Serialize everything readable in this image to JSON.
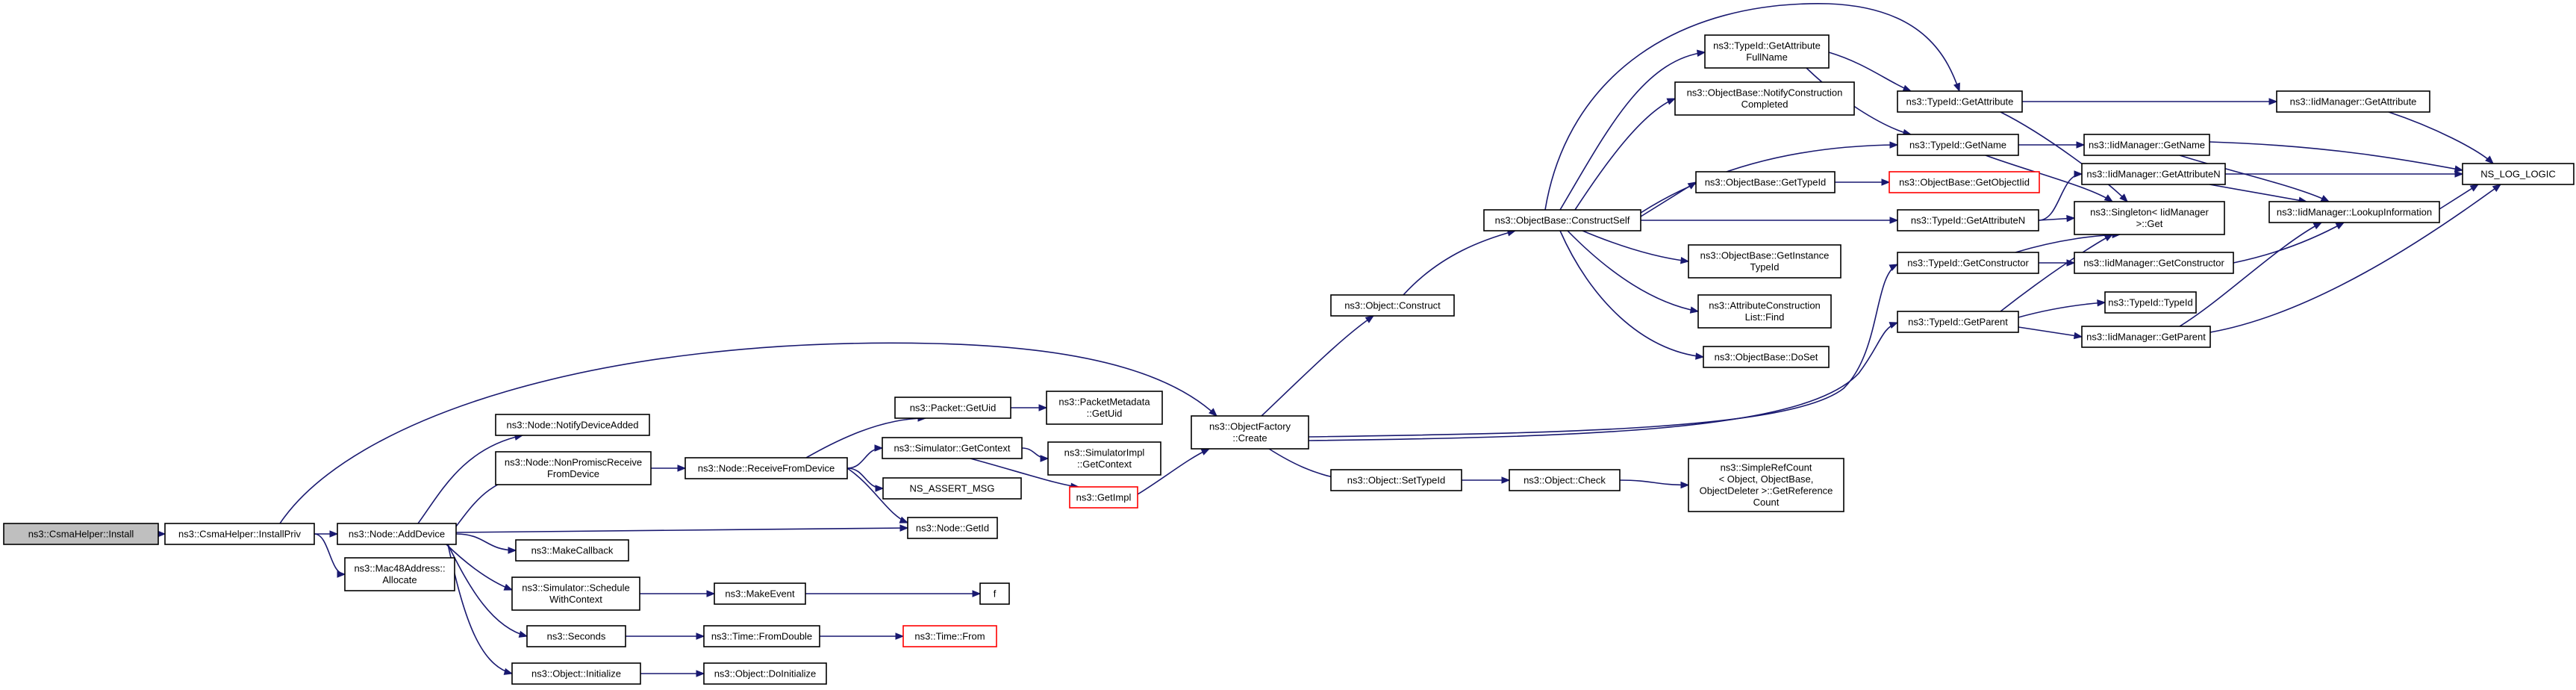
{
  "graph": {
    "colors": {
      "edge": "#191970",
      "root_fill": "#bfbfbf",
      "node_border": "#000000",
      "truncated_border": "#ff0000",
      "background": "#ffffff"
    },
    "nodes": [
      {
        "id": "n1",
        "lines": [
          "ns3::CsmaHelper::Install"
        ],
        "style": "root"
      },
      {
        "id": "n2",
        "lines": [
          "ns3::CsmaHelper::InstallPriv"
        ]
      },
      {
        "id": "n3",
        "lines": [
          "ns3::ObjectFactory",
          "::Create"
        ]
      },
      {
        "id": "n4",
        "lines": [
          "ns3::Node::AddDevice"
        ]
      },
      {
        "id": "n5",
        "lines": [
          "ns3::Mac48Address::",
          "Allocate"
        ]
      },
      {
        "id": "n6",
        "lines": [
          "ns3::Object::Construct"
        ]
      },
      {
        "id": "n7",
        "lines": [
          "ns3::Object::SetTypeId"
        ]
      },
      {
        "id": "n8",
        "lines": [
          "ns3::TypeId::GetConstructor"
        ]
      },
      {
        "id": "n9",
        "lines": [
          "ns3::TypeId::GetParent"
        ]
      },
      {
        "id": "n10",
        "lines": [
          "ns3::Node::NotifyDeviceAdded"
        ]
      },
      {
        "id": "n11",
        "lines": [
          "ns3::Node::NonPromiscReceive",
          "FromDevice"
        ]
      },
      {
        "id": "n12",
        "lines": [
          "ns3::Node::GetId"
        ]
      },
      {
        "id": "n13",
        "lines": [
          "ns3::MakeCallback"
        ]
      },
      {
        "id": "n14",
        "lines": [
          "ns3::Simulator::Schedule",
          "WithContext"
        ]
      },
      {
        "id": "n15",
        "lines": [
          "ns3::Seconds"
        ]
      },
      {
        "id": "n16",
        "lines": [
          "ns3::Object::Initialize"
        ]
      },
      {
        "id": "n17",
        "lines": [
          "ns3::ObjectBase::ConstructSelf"
        ]
      },
      {
        "id": "n18",
        "lines": [
          "ns3::Object::Check"
        ]
      },
      {
        "id": "n19",
        "lines": [
          "ns3::SimpleRefCount",
          "< Object, ObjectBase,",
          "ObjectDeleter >::GetReference",
          "Count"
        ]
      },
      {
        "id": "n20",
        "lines": [
          "ns3::Node::ReceiveFromDevice"
        ]
      },
      {
        "id": "n21",
        "lines": [
          "ns3::MakeEvent"
        ]
      },
      {
        "id": "n22",
        "lines": [
          "f"
        ]
      },
      {
        "id": "n23",
        "lines": [
          "ns3::Time::FromDouble"
        ]
      },
      {
        "id": "n24",
        "lines": [
          "ns3::Time::From"
        ],
        "style": "red"
      },
      {
        "id": "n25",
        "lines": [
          "ns3::Object::DoInitialize"
        ]
      },
      {
        "id": "n26",
        "lines": [
          "ns3::TypeId::GetAttribute",
          "FullName"
        ]
      },
      {
        "id": "n27",
        "lines": [
          "ns3::TypeId::GetAttribute"
        ]
      },
      {
        "id": "n28",
        "lines": [
          "ns3::IidManager::GetAttribute"
        ]
      },
      {
        "id": "n29",
        "lines": [
          "NS_LOG_LOGIC"
        ]
      },
      {
        "id": "n30",
        "lines": [
          "ns3::Singleton< IidManager",
          ">::Get"
        ]
      },
      {
        "id": "n31",
        "lines": [
          "ns3::TypeId::GetName"
        ]
      },
      {
        "id": "n32",
        "lines": [
          "ns3::IidManager::GetName"
        ]
      },
      {
        "id": "n33",
        "lines": [
          "ns3::IidManager::LookupInformation"
        ]
      },
      {
        "id": "n34",
        "lines": [
          "ns3::ObjectBase::NotifyConstruction",
          "Completed"
        ]
      },
      {
        "id": "n35",
        "lines": [
          "ns3::ObjectBase::GetTypeId"
        ]
      },
      {
        "id": "n36",
        "lines": [
          "ns3::ObjectBase::GetObjectIid"
        ],
        "style": "red"
      },
      {
        "id": "n37",
        "lines": [
          "ns3::TypeId::GetAttributeN"
        ]
      },
      {
        "id": "n38",
        "lines": [
          "ns3::IidManager::GetAttributeN"
        ]
      },
      {
        "id": "n39",
        "lines": [
          "ns3::ObjectBase::GetInstance",
          "TypeId"
        ]
      },
      {
        "id": "n40",
        "lines": [
          "ns3::AttributeConstruction",
          "List::Find"
        ]
      },
      {
        "id": "n41",
        "lines": [
          "ns3::ObjectBase::DoSet"
        ]
      },
      {
        "id": "n42",
        "lines": [
          "ns3::IidManager::GetConstructor"
        ]
      },
      {
        "id": "n43",
        "lines": [
          "ns3::TypeId::TypeId"
        ]
      },
      {
        "id": "n44",
        "lines": [
          "ns3::IidManager::GetParent"
        ]
      },
      {
        "id": "n45",
        "lines": [
          "ns3::Packet::GetUid"
        ]
      },
      {
        "id": "n46",
        "lines": [
          "ns3::Simulator::GetContext"
        ]
      },
      {
        "id": "n47",
        "lines": [
          "NS_ASSERT_MSG"
        ]
      },
      {
        "id": "n48",
        "lines": [
          "ns3::PacketMetadata",
          "::GetUid"
        ]
      },
      {
        "id": "n49",
        "lines": [
          "ns3::SimulatorImpl",
          "::GetContext"
        ]
      },
      {
        "id": "n50",
        "lines": [
          "ns3::GetImpl"
        ],
        "style": "red"
      }
    ],
    "edges": [
      [
        "n1",
        "n2"
      ],
      [
        "n2",
        "n3"
      ],
      [
        "n2",
        "n4"
      ],
      [
        "n2",
        "n5"
      ],
      [
        "n3",
        "n6"
      ],
      [
        "n3",
        "n7"
      ],
      [
        "n3",
        "n8"
      ],
      [
        "n3",
        "n9"
      ],
      [
        "n4",
        "n10"
      ],
      [
        "n4",
        "n11"
      ],
      [
        "n4",
        "n12"
      ],
      [
        "n4",
        "n13"
      ],
      [
        "n4",
        "n14"
      ],
      [
        "n4",
        "n15"
      ],
      [
        "n4",
        "n16"
      ],
      [
        "n6",
        "n17"
      ],
      [
        "n7",
        "n18"
      ],
      [
        "n18",
        "n19"
      ],
      [
        "n11",
        "n20"
      ],
      [
        "n20",
        "n45"
      ],
      [
        "n20",
        "n46"
      ],
      [
        "n20",
        "n47"
      ],
      [
        "n20",
        "n12"
      ],
      [
        "n45",
        "n48"
      ],
      [
        "n46",
        "n49"
      ],
      [
        "n46",
        "n50"
      ],
      [
        "n50",
        "n3"
      ],
      [
        "n14",
        "n21"
      ],
      [
        "n21",
        "n22"
      ],
      [
        "n15",
        "n23"
      ],
      [
        "n23",
        "n24"
      ],
      [
        "n16",
        "n25"
      ],
      [
        "n17",
        "n26"
      ],
      [
        "n17",
        "n27"
      ],
      [
        "n17",
        "n34"
      ],
      [
        "n17",
        "n31"
      ],
      [
        "n17",
        "n35"
      ],
      [
        "n17",
        "n37"
      ],
      [
        "n17",
        "n39"
      ],
      [
        "n17",
        "n40"
      ],
      [
        "n17",
        "n41"
      ],
      [
        "n26",
        "n27"
      ],
      [
        "n26",
        "n31"
      ],
      [
        "n27",
        "n28"
      ],
      [
        "n27",
        "n30"
      ],
      [
        "n28",
        "n29"
      ],
      [
        "n31",
        "n32"
      ],
      [
        "n31",
        "n30"
      ],
      [
        "n32",
        "n29"
      ],
      [
        "n32",
        "n33"
      ],
      [
        "n35",
        "n36"
      ],
      [
        "n37",
        "n38"
      ],
      [
        "n37",
        "n30"
      ],
      [
        "n38",
        "n29"
      ],
      [
        "n38",
        "n33"
      ],
      [
        "n8",
        "n30"
      ],
      [
        "n8",
        "n42"
      ],
      [
        "n42",
        "n33"
      ],
      [
        "n9",
        "n30"
      ],
      [
        "n9",
        "n43"
      ],
      [
        "n9",
        "n44"
      ],
      [
        "n44",
        "n33"
      ],
      [
        "n44",
        "n29"
      ],
      [
        "n33",
        "n29"
      ]
    ]
  }
}
